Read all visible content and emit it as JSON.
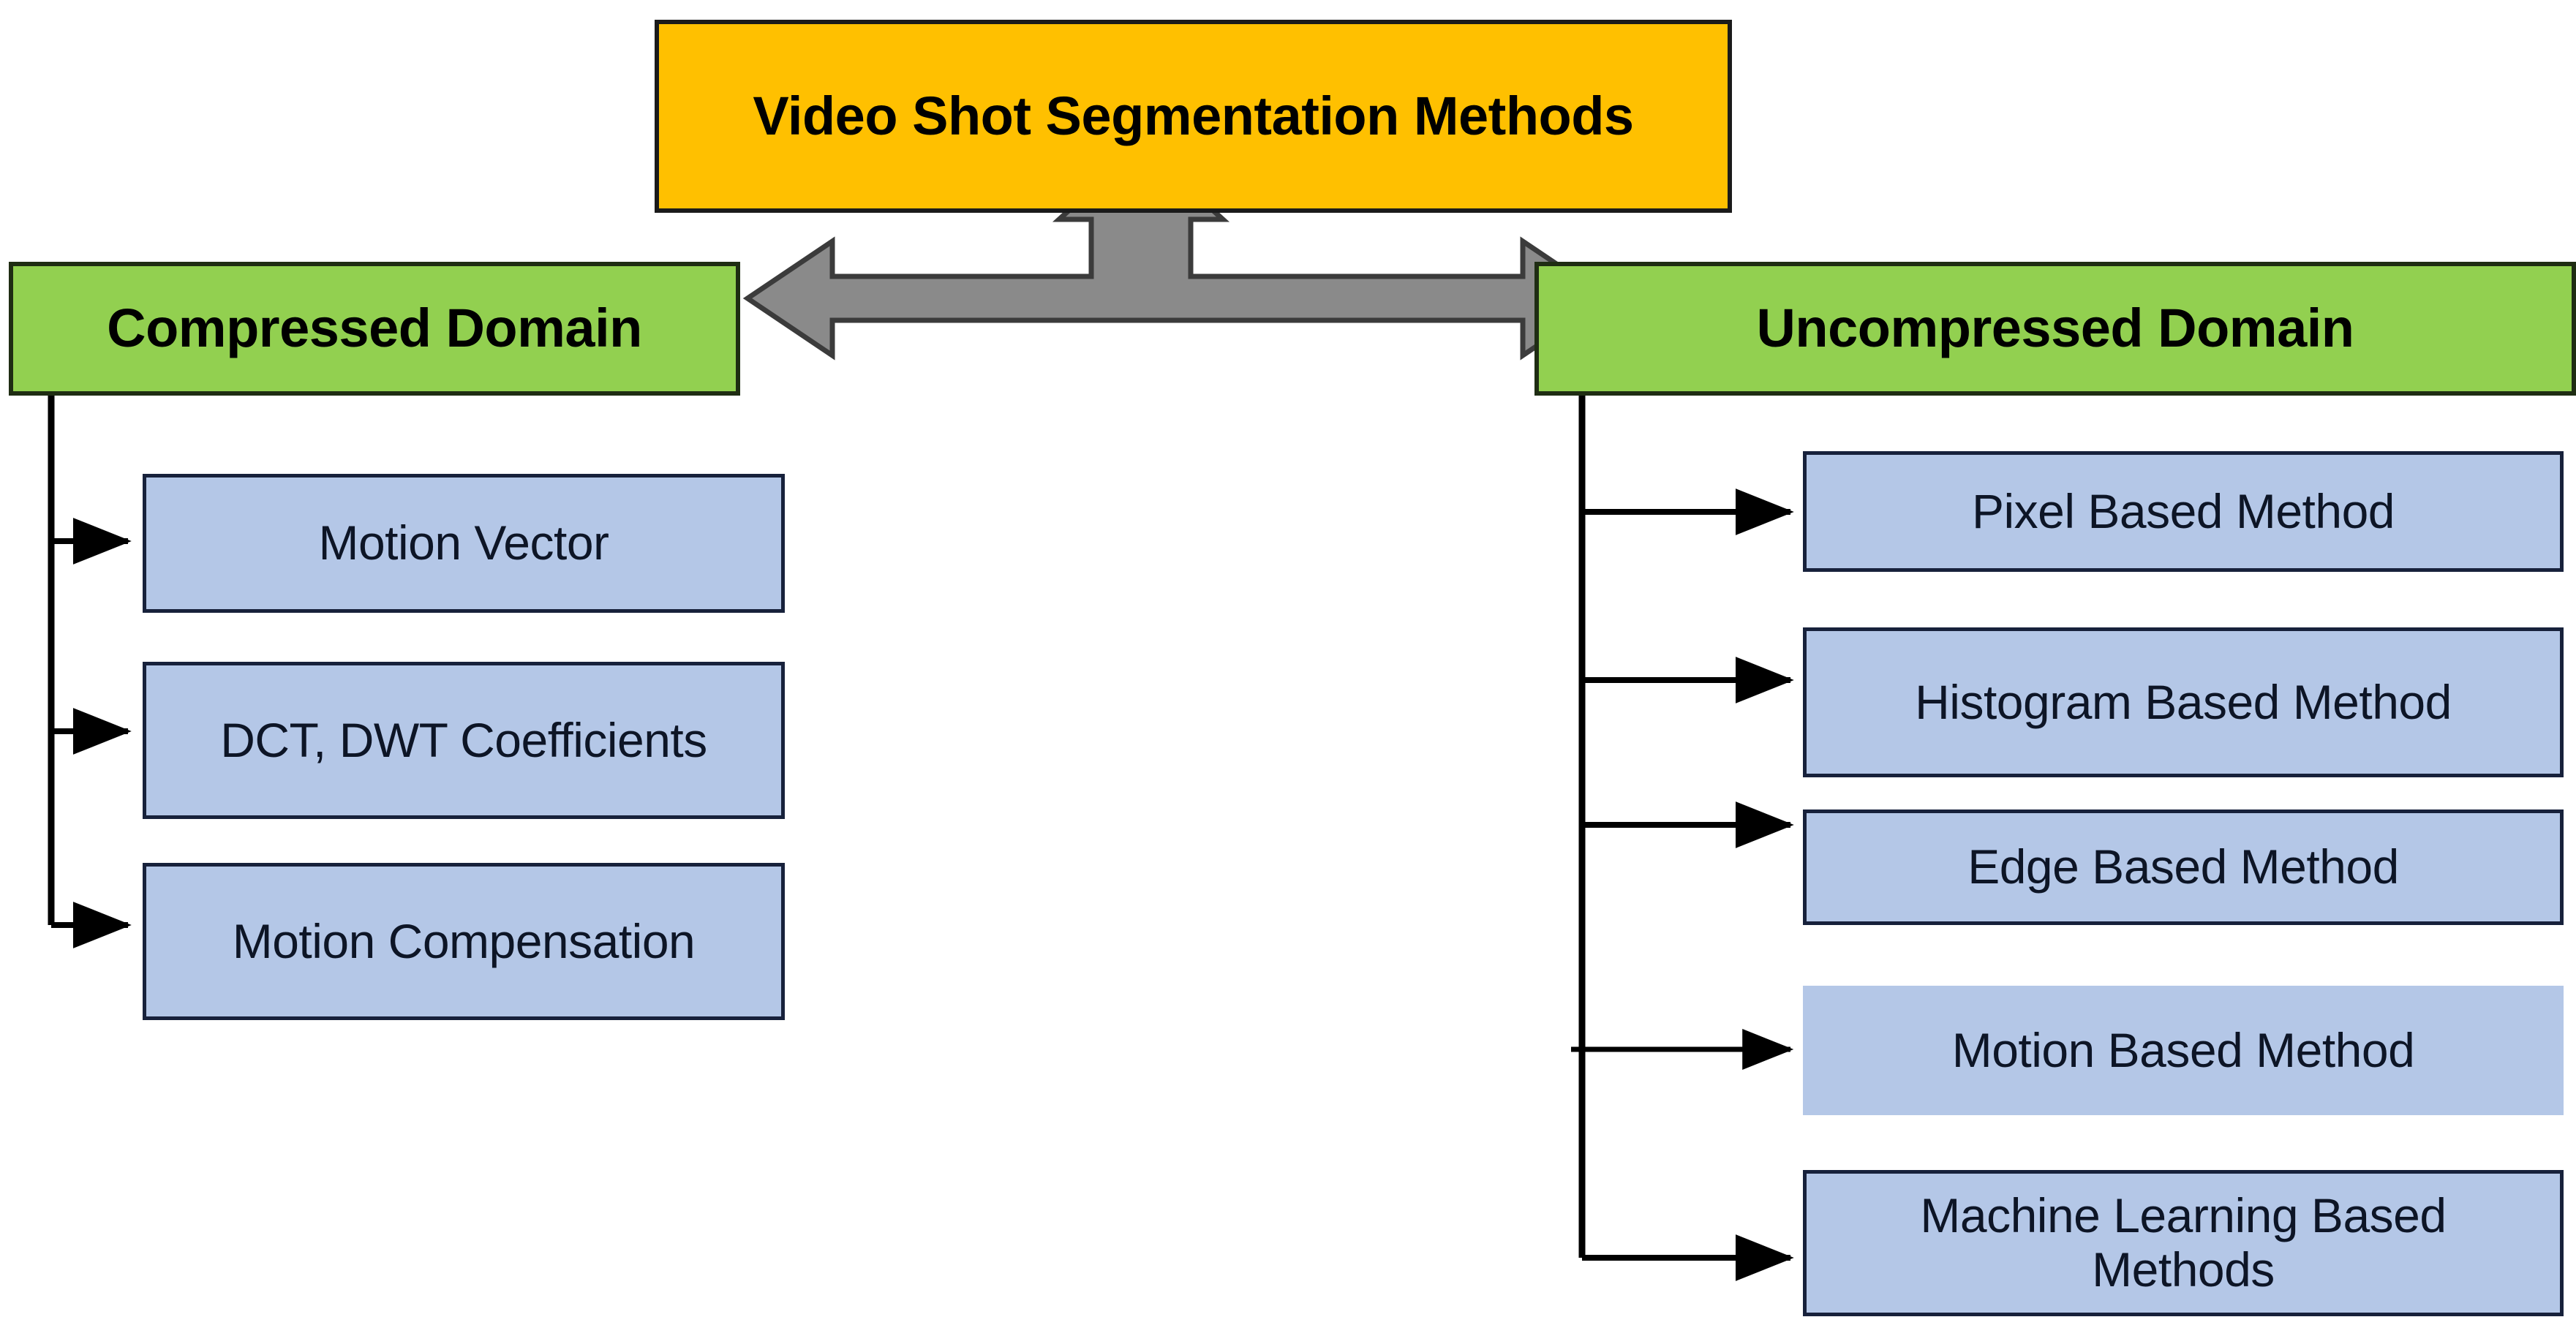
{
  "diagram": {
    "title_node": {
      "label": "Video Shot Segmentation Methods",
      "color": "#FFC000"
    },
    "branches": [
      {
        "label": "Compressed Domain",
        "color": "#92D050",
        "side": "left",
        "children": [
          {
            "label": "Motion Vector",
            "color": "#B4C7E7",
            "bordered": true
          },
          {
            "label": "DCT, DWT Coefficients",
            "color": "#B4C7E7",
            "bordered": true
          },
          {
            "label": "Motion Compensation",
            "color": "#B4C7E7",
            "bordered": true
          }
        ]
      },
      {
        "label": "Uncompressed Domain",
        "color": "#92D050",
        "side": "right",
        "children": [
          {
            "label": "Pixel Based Method",
            "color": "#B4C7E7",
            "bordered": true
          },
          {
            "label": "Histogram Based Method",
            "color": "#B4C7E7",
            "bordered": true
          },
          {
            "label": "Edge Based Method",
            "color": "#B4C7E7",
            "bordered": true
          },
          {
            "label": "Motion Based Method",
            "color": "#B4C7E7",
            "bordered": false
          },
          {
            "label": "Machine Learning Based Methods",
            "color": "#B4C7E7",
            "bordered": true
          }
        ]
      }
    ],
    "connector": {
      "kind": "bidirectional-arrow-with-stem",
      "color": "#808080",
      "outline": "#3f3f3f"
    },
    "link_color": "#000000"
  }
}
